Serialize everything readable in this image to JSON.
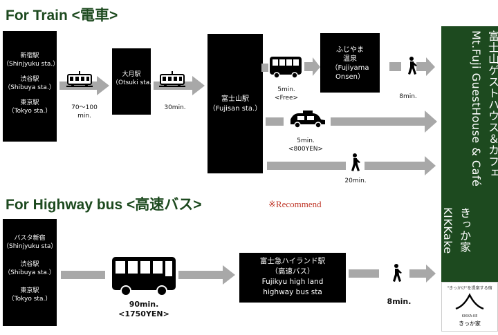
{
  "train": {
    "heading": "For Train <電車>",
    "origin_stations": [
      {
        "jp": "新宿駅",
        "en": "（Shinjyuku sta.）"
      },
      {
        "jp": "渋谷駅",
        "en": "（Shibuya sta.）"
      },
      {
        "jp": "東京駅",
        "en": "（Tokyo sta.）"
      }
    ],
    "leg1_time": [
      "70～100",
      "min."
    ],
    "otsuki": {
      "jp": "大月駅",
      "en": "（Otsuki sta.）"
    },
    "leg2_time": "30min.",
    "fujisan": {
      "jp": "富士山駅",
      "en": "（Fujisan sta.）"
    },
    "bus_option": {
      "time": "5min.",
      "price": "<Free>"
    },
    "fujiyama_onsen": {
      "jp1": "ふじやま",
      "jp2": "温泉",
      "en1": "（Fujiyama",
      "en2": "Onsen）"
    },
    "walk_from_onsen": "8min.",
    "taxi_option": {
      "time": "5min.",
      "price": "<800YEN>",
      "sign": "TAXI"
    },
    "walk_option": "20min."
  },
  "highway": {
    "heading": "For Highway bus <高速バス>",
    "recommend": "※Recommend",
    "origin_stations": [
      {
        "jp": "バスタ新宿",
        "en": "（Shinjyuku sta）"
      },
      {
        "jp": "渋谷駅",
        "en": "（Shibuya sta.）"
      },
      {
        "jp": "東京駅",
        "en": "（Tokyo sta.）"
      }
    ],
    "bus_time": "90min.",
    "bus_price": "<1750YEN>",
    "highland": {
      "l1": "富士急ハイランド駅",
      "l2": "（高速バス）",
      "l3": "Fujikyu high land",
      "l4": "highway bus sta"
    },
    "walk_time": "8min."
  },
  "destination": {
    "col1": "富士山ゲストハウス＆カフェ",
    "col2": "Mt.Fuji GuestHouse & Café",
    "col3": "きっか家",
    "col4": "KIKKake",
    "logo_tagline": "\"きっかけ\"を提案する宿",
    "logo_roman": "KIKKA-KE",
    "logo_name": "きっか家"
  },
  "colors": {
    "heading": "#1d4a1f",
    "dest_bg": "#1d4a1f",
    "recommend": "#c0392b",
    "arrow": "#a8a8a8",
    "block": "#000000"
  }
}
